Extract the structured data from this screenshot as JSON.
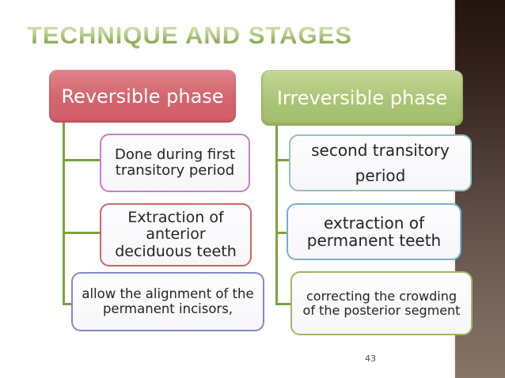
{
  "slide": {
    "title": "TECHNIQUE AND STAGES",
    "page_number": "43"
  },
  "diagram": {
    "left": {
      "header": "Reversible phase",
      "items": [
        {
          "text": "Done during first transitory period"
        },
        {
          "text": "Extraction of anterior deciduous teeth"
        },
        {
          "text": "allow the alignment of the permanent incisors,"
        }
      ]
    },
    "right": {
      "header": "Irreversible phase",
      "items": [
        {
          "text": "second transitory period"
        },
        {
          "text": "extraction of permanent  teeth"
        },
        {
          "text": "correcting the crowding of the posterior segment"
        }
      ]
    }
  },
  "colors": {
    "title_green": "#8aa855",
    "connector_green": "#7ea13f",
    "reversible_top": "#e0838b",
    "reversible_bottom": "#d05e68",
    "irreversible_top": "#c3d694",
    "irreversible_bottom": "#a2bd6b",
    "border_done": "#c97fc9",
    "border_extraction_deciduous": "#c96868",
    "border_allow": "#8687c6",
    "border_second": "#93c2b8",
    "border_extraction_permanent": "#7aadd3",
    "border_correcting": "#9bb964",
    "subbox_bg": "#f7f6f9",
    "body_text": "#262424",
    "page_number": "#5a4a40",
    "stripe_top": "#231410",
    "stripe_bottom": "#857467"
  }
}
